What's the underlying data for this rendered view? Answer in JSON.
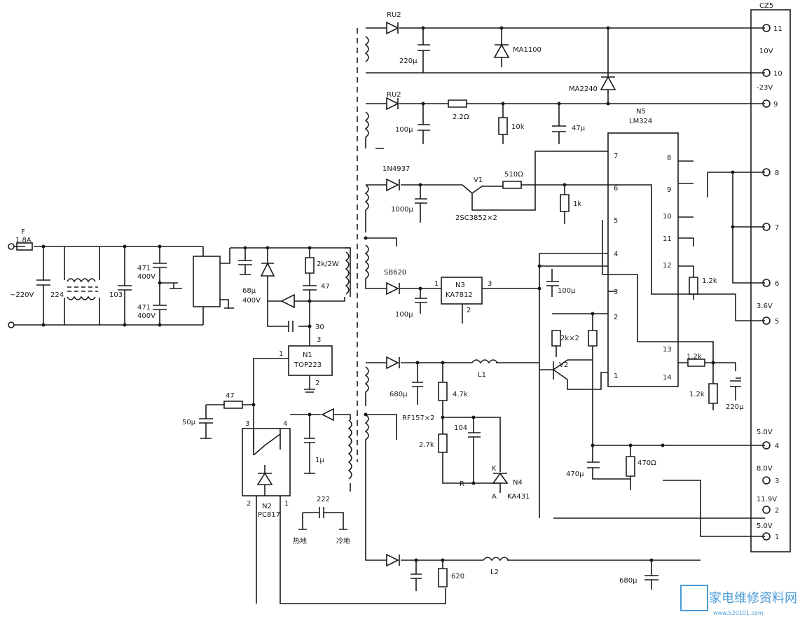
{
  "fuse": {
    "ref": "F",
    "rating": "1.8A"
  },
  "mains_input": "~220V",
  "connector": {
    "name": "CZ5",
    "pins": [
      "11",
      "10",
      "9",
      "8",
      "7",
      "6",
      "5",
      "4",
      "3",
      "2",
      "1"
    ]
  },
  "rail_labels": {
    "v10": "10V",
    "vneg23": "-23V",
    "v3_6": "3.6V",
    "v5_0a": "5.0V",
    "v8_0": "8.0V",
    "v11_9": "11.9V",
    "v5_0b": "5.0V"
  },
  "components": {
    "c224": "224",
    "c103": "103",
    "c471a": "471",
    "c471a_v": "400V",
    "c471b": "471",
    "c471b_v": "400V",
    "c68u": "68μ",
    "c68u_v": "400V",
    "r2k2w": "2k/2W",
    "c47": "47",
    "c30": "30",
    "n1_ref": "N1",
    "n1_part": "TOP223",
    "n1_pin1": "1",
    "n1_pin2": "2",
    "n1_pin3": "3",
    "r47": "47",
    "c50u": "50μ",
    "c1u": "1μ",
    "n2_ref": "N2",
    "n2_part": "PC817",
    "n2_pin1": "1",
    "n2_pin2": "2",
    "n2_pin3": "3",
    "n2_pin4": "4",
    "c222": "222",
    "hot_gnd": "热地",
    "cold_gnd": "冷地",
    "ru2a": "RU2",
    "c220u": "220μ",
    "ma1100": "MA1100",
    "ma2240": "MA2240",
    "ru2b": "RU2",
    "c100ua": "100μ",
    "r2_2": "2.2Ω",
    "r10k": "10k",
    "c47u": "47μ",
    "d1n4937": "1N4937",
    "c1000u": "1000μ",
    "v1": "V1",
    "v1_part": "2SC3852×2",
    "r510": "510Ω",
    "r1k": "1k",
    "sb620": "SB620",
    "c100ub": "100μ",
    "n3_ref": "N3",
    "n3_part": "KA7812",
    "n3_pin1": "1",
    "n3_pin2": "2",
    "n3_pin3": "3",
    "c100uc": "100μ",
    "n5_ref": "N5",
    "n5_part": "LM324",
    "n5_pins_left": [
      "7",
      "6",
      "5",
      "4",
      "3",
      "2",
      "1"
    ],
    "n5_pins_right": [
      "8",
      "9",
      "10",
      "11",
      "12",
      "13",
      "14"
    ],
    "r1_2k_a": "1.2k",
    "r2kx2": "2k×2",
    "v2": "V2",
    "r1_2k_b": "1.2k",
    "r1_2k_c": "1.2k",
    "c220u_b": "220μ",
    "c680u_a": "680μ",
    "r4_7k": "4.7k",
    "rf157": "RF157×2",
    "c104": "104",
    "r2_7k": "2.7k",
    "l1": "L1",
    "r_label": "R",
    "n4_k": "K",
    "n4_ref": "N4",
    "n4_a": "A",
    "n4_part": "KA431",
    "c470u": "470μ",
    "r470": "470Ω",
    "r620": "620",
    "l2": "L2",
    "c680u_b": "680μ"
  },
  "watermark": {
    "text": "家电维修资料网",
    "url": "www.520101.com"
  }
}
